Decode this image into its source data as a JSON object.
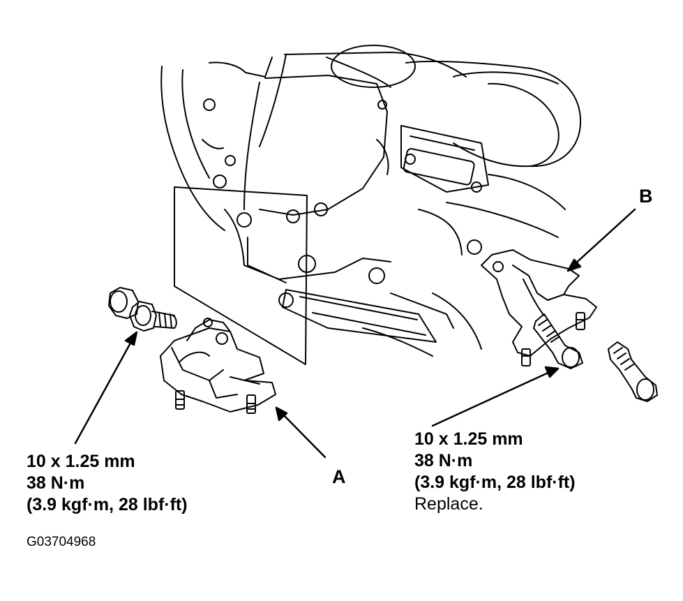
{
  "callouts": {
    "a": "A",
    "b": "B"
  },
  "spec_left": {
    "size": "10 x 1.25 mm",
    "torque": "38 N·m",
    "torque_alt": "(3.9 kgf·m, 28 lbf·ft)"
  },
  "spec_right": {
    "size": "10 x 1.25 mm",
    "torque": "38 N·m",
    "torque_alt": "(3.9 kgf·m, 28 lbf·ft)",
    "note": "Replace."
  },
  "figure_id": "G03704968"
}
